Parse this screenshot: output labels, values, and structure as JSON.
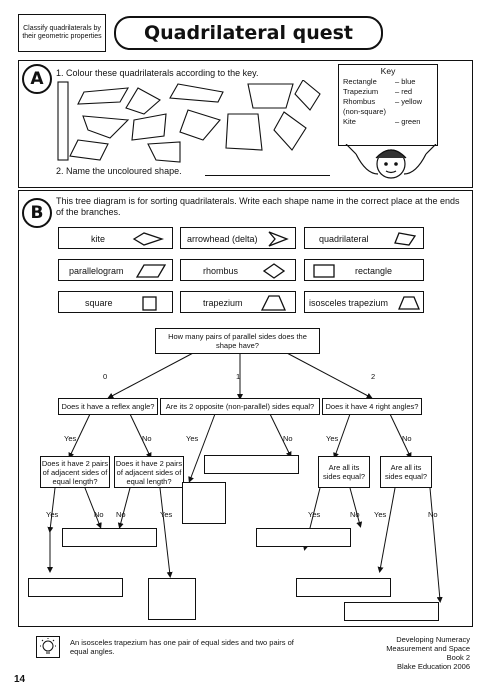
{
  "objective": "Classify quadrilaterals by their geometric properties",
  "title": "Quadrilateral quest",
  "sectionA": {
    "label": "A",
    "q1": "1.  Colour these quadrilaterals according to the key.",
    "q2": "2.  Name the uncoloured shape.",
    "key": {
      "heading": "Key",
      "rows": [
        {
          "shape": "Rectangle",
          "colour": "– blue"
        },
        {
          "shape": "Trapezium",
          "colour": "– red"
        },
        {
          "shape": "Rhombus",
          "colour": "– yellow"
        },
        {
          "shape": "(non-square)",
          "colour": ""
        },
        {
          "shape": "Kite",
          "colour": "– green"
        }
      ]
    }
  },
  "sectionB": {
    "label": "B",
    "instructions": "This tree diagram is for sorting quadrilaterals. Write each shape name in the correct place at the ends of the branches.",
    "shapes": [
      "kite",
      "arrowhead (delta)",
      "quadrilateral",
      "parallelogram",
      "rhombus",
      "rectangle",
      "square",
      "trapezium",
      "isosceles trapezium"
    ],
    "root": "How many pairs of parallel sides does the shape have?",
    "branches": [
      "0",
      "1",
      "2"
    ],
    "q_reflex": "Does it have a reflex angle?",
    "q_opposite": "Are its 2 opposite (non-parallel) sides equal?",
    "q_right": "Does it have 4 right angles?",
    "q_adj1": "Does it have 2 pairs of adjacent sides of equal length?",
    "q_adj2": "Does it have 2 pairs of adjacent sides of equal length?",
    "q_sides1": "Are all its sides equal?",
    "q_sides2": "Are all its sides equal?",
    "yes": "Yes",
    "no": "No"
  },
  "footer": {
    "tip": "An isosceles trapezium has one pair of equal sides and two pairs of equal angles.",
    "series": "Developing Numeracy",
    "subject": "Measurement and Space",
    "book": "Book 2",
    "publisher": "Blake Education 2006",
    "page": "14"
  }
}
